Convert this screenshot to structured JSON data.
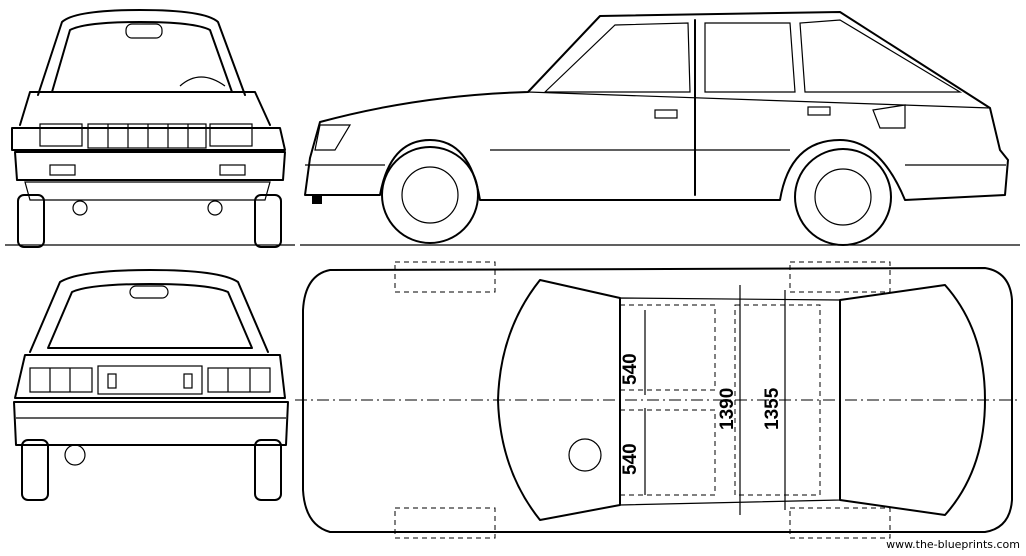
{
  "dimensions": {
    "front_seat_width": "540",
    "rear_seat_width": "540",
    "front_track_inner": "1390",
    "rear_track_inner": "1355"
  },
  "watermark": "www.the-blueprints.com"
}
